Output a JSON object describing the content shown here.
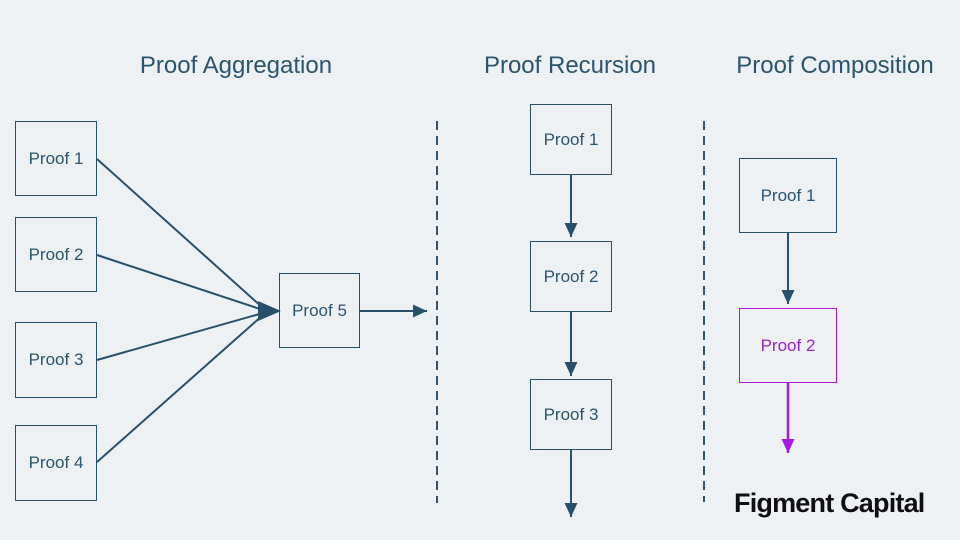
{
  "aggregation": {
    "title": "Proof Aggregation",
    "boxes": [
      "Proof 1",
      "Proof 2",
      "Proof 3",
      "Proof 4",
      "Proof 5"
    ]
  },
  "recursion": {
    "title": "Proof Recursion",
    "boxes": [
      "Proof 1",
      "Proof 2",
      "Proof 3"
    ]
  },
  "composition": {
    "title": "Proof Composition",
    "boxes": [
      "Proof 1",
      "Proof 2"
    ]
  },
  "logo": {
    "text": "Figment Capital"
  },
  "colors": {
    "background": "#eef1f4",
    "primary_teal": "#27506b",
    "accent_purple": "#a818cc",
    "purple_arrow": "#a21ae3",
    "logo_black": "#0e0e13"
  }
}
